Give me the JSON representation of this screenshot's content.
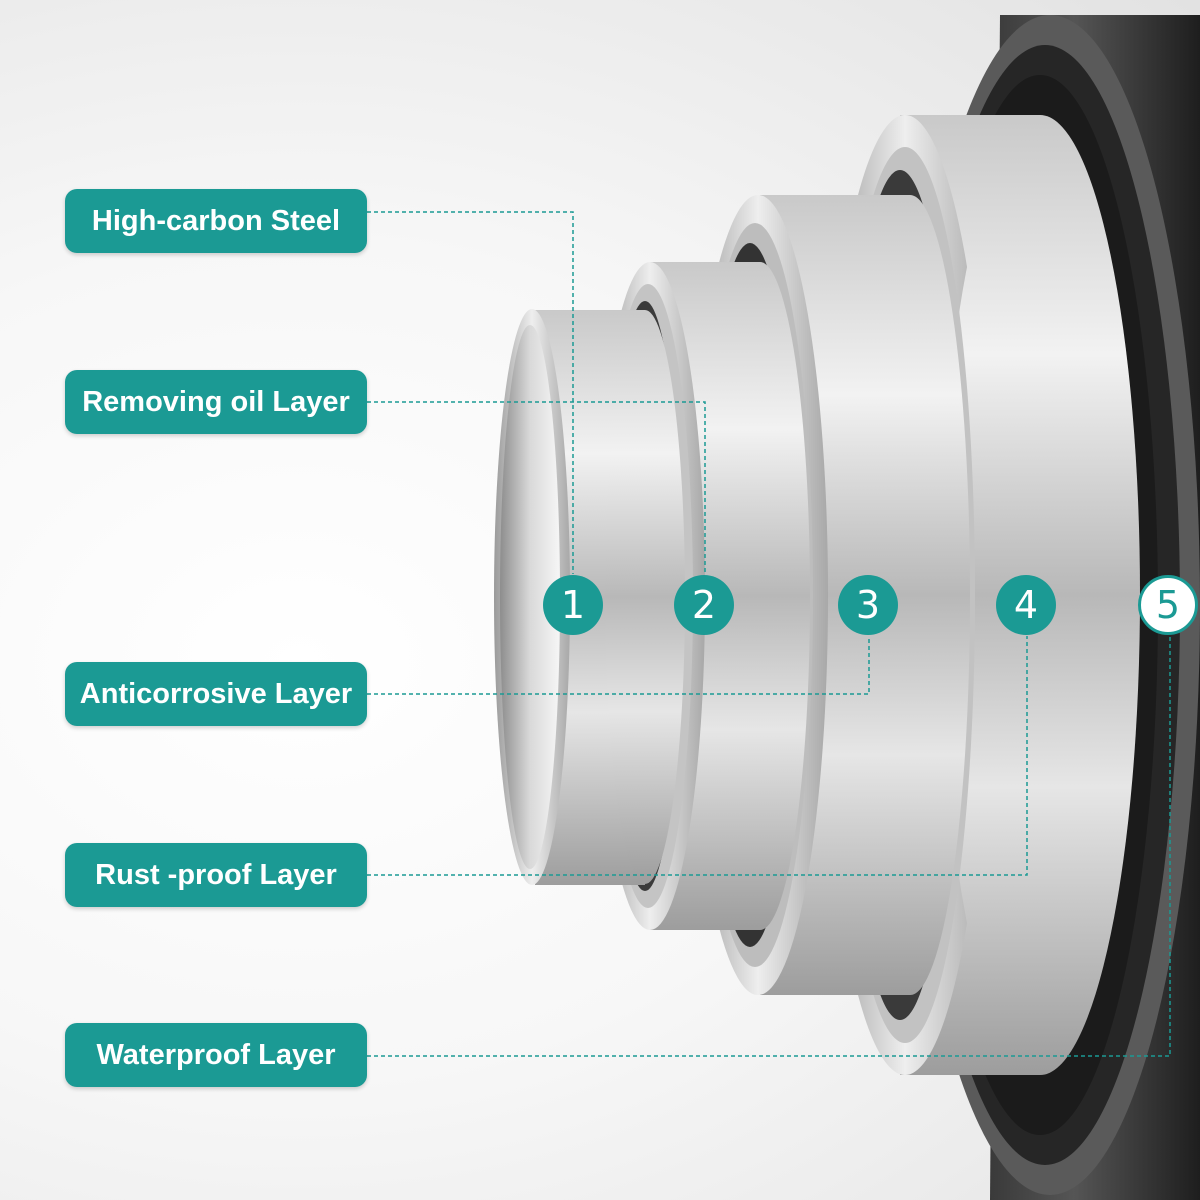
{
  "accent_color": "#1b9a94",
  "layers": [
    {
      "number": "1",
      "label": "High-carbon Steel"
    },
    {
      "number": "2",
      "label": "Removing oil Layer"
    },
    {
      "number": "3",
      "label": "Anticorrosive Layer"
    },
    {
      "number": "4",
      "label": "Rust -proof Layer"
    },
    {
      "number": "5",
      "label": "Waterproof Layer"
    }
  ],
  "icons": {
    "pipe": "layered-pipe-cross-section-illustration"
  }
}
